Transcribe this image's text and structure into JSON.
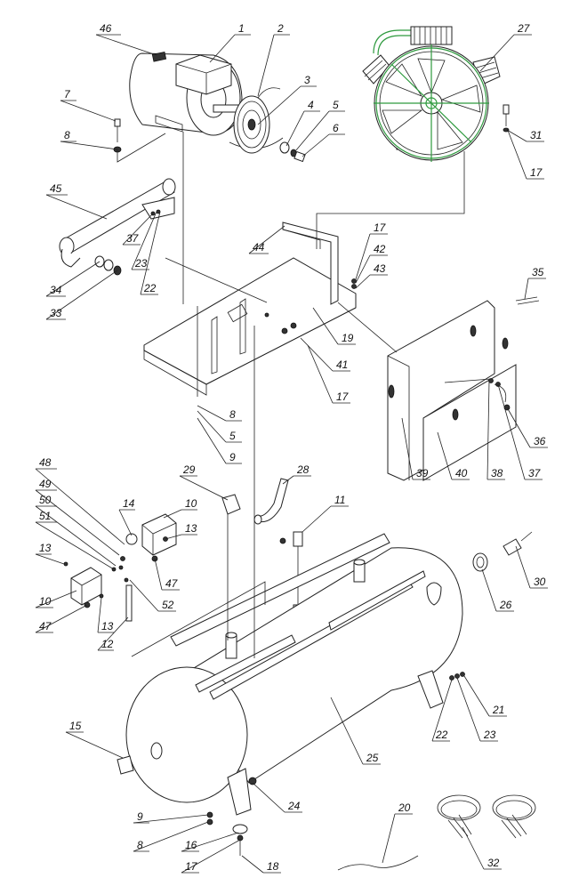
{
  "diagram": {
    "callouts": [
      {
        "id": "c46",
        "text": "46"
      },
      {
        "id": "c1",
        "text": "1"
      },
      {
        "id": "c2",
        "text": "2"
      },
      {
        "id": "c3",
        "text": "3"
      },
      {
        "id": "c4",
        "text": "4"
      },
      {
        "id": "c5a",
        "text": "5"
      },
      {
        "id": "c6",
        "text": "6"
      },
      {
        "id": "c7",
        "text": "7"
      },
      {
        "id": "c8a",
        "text": "8"
      },
      {
        "id": "c27",
        "text": "27"
      },
      {
        "id": "c31",
        "text": "31"
      },
      {
        "id": "c17a",
        "text": "17"
      },
      {
        "id": "c45",
        "text": "45"
      },
      {
        "id": "c37a",
        "text": "37"
      },
      {
        "id": "c23a",
        "text": "23"
      },
      {
        "id": "c22a",
        "text": "22"
      },
      {
        "id": "c34",
        "text": "34"
      },
      {
        "id": "c33",
        "text": "33"
      },
      {
        "id": "c44",
        "text": "44"
      },
      {
        "id": "c17b",
        "text": "17"
      },
      {
        "id": "c42",
        "text": "42"
      },
      {
        "id": "c43",
        "text": "43"
      },
      {
        "id": "c35",
        "text": "35"
      },
      {
        "id": "c19",
        "text": "19"
      },
      {
        "id": "c41",
        "text": "41"
      },
      {
        "id": "c17c",
        "text": "17"
      },
      {
        "id": "c8b",
        "text": "8"
      },
      {
        "id": "c5b",
        "text": "5"
      },
      {
        "id": "c9a",
        "text": "9"
      },
      {
        "id": "c36",
        "text": "36"
      },
      {
        "id": "c39",
        "text": "39"
      },
      {
        "id": "c40",
        "text": "40"
      },
      {
        "id": "c38",
        "text": "38"
      },
      {
        "id": "c37b",
        "text": "37"
      },
      {
        "id": "c48",
        "text": "48"
      },
      {
        "id": "c49",
        "text": "49"
      },
      {
        "id": "c50",
        "text": "50"
      },
      {
        "id": "c51",
        "text": "51"
      },
      {
        "id": "c13a",
        "text": "13"
      },
      {
        "id": "c10a",
        "text": "10"
      },
      {
        "id": "c47a",
        "text": "47"
      },
      {
        "id": "c13b",
        "text": "13"
      },
      {
        "id": "c12",
        "text": "12"
      },
      {
        "id": "c52",
        "text": "52"
      },
      {
        "id": "c14",
        "text": "14"
      },
      {
        "id": "c10b",
        "text": "10"
      },
      {
        "id": "c13c",
        "text": "13"
      },
      {
        "id": "c47b",
        "text": "47"
      },
      {
        "id": "c29",
        "text": "29"
      },
      {
        "id": "c28",
        "text": "28"
      },
      {
        "id": "c11",
        "text": "11"
      },
      {
        "id": "c30",
        "text": "30"
      },
      {
        "id": "c26",
        "text": "26"
      },
      {
        "id": "c21",
        "text": "21"
      },
      {
        "id": "c22b",
        "text": "22"
      },
      {
        "id": "c23b",
        "text": "23"
      },
      {
        "id": "c25",
        "text": "25"
      },
      {
        "id": "c15",
        "text": "15"
      },
      {
        "id": "c24",
        "text": "24"
      },
      {
        "id": "c9b",
        "text": "9"
      },
      {
        "id": "c8c",
        "text": "8"
      },
      {
        "id": "c16",
        "text": "16"
      },
      {
        "id": "c17d",
        "text": "17"
      },
      {
        "id": "c18",
        "text": "18"
      },
      {
        "id": "c20",
        "text": "20"
      },
      {
        "id": "c32",
        "text": "32"
      }
    ]
  }
}
